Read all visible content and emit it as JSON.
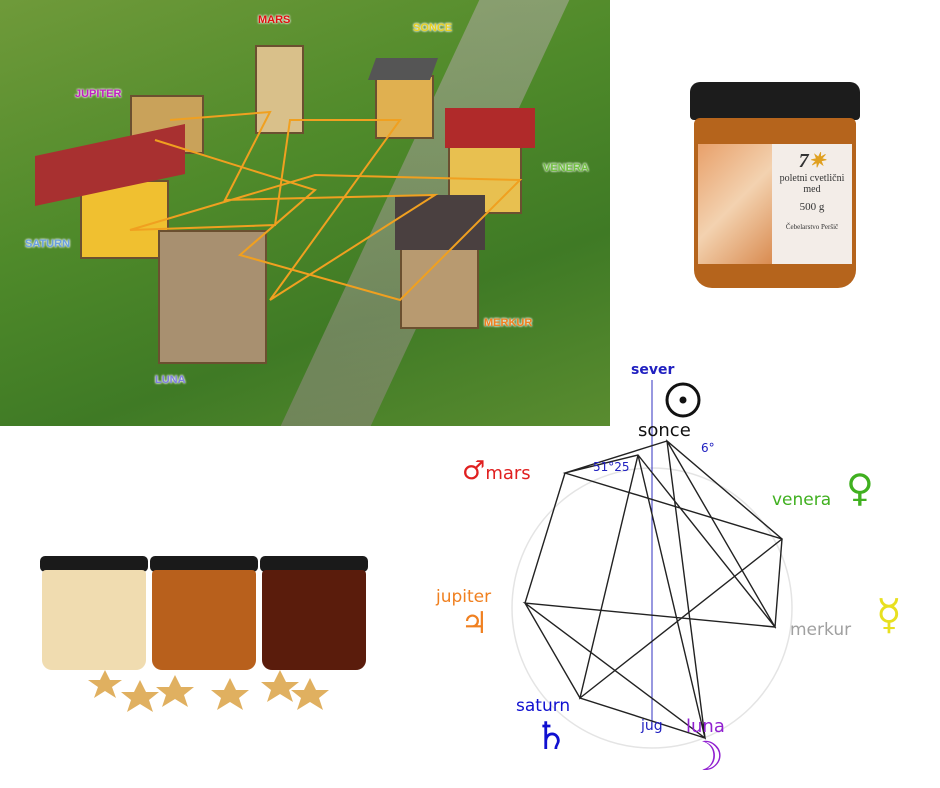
{
  "photo": {
    "labels": {
      "mars": "MARS",
      "sonce": "SONCE",
      "jupiter": "JUPITER",
      "venera": "VENERA",
      "saturn": "SATURN",
      "merkur": "MERKUR",
      "luna": "LUNA"
    }
  },
  "jar_label": {
    "number": "7",
    "line1": "poletni cvetlični",
    "line2": "med",
    "weight": "500 g",
    "producer": "Čebelarstvo Peršič"
  },
  "diagram": {
    "sever": "sever",
    "sonce": "sonce",
    "angle_small": "6°",
    "angle_large": "51°25",
    "mars": "mars",
    "venera": "venera",
    "jupiter": "jupiter",
    "merkur": "merkur",
    "saturn": "saturn",
    "jug": "jug",
    "luna": "luna",
    "colors": {
      "mars": "#e02020",
      "venera": "#40b020",
      "jupiter": "#f08020",
      "merkur": "#a0a0a0",
      "saturn": "#1010d0",
      "luna": "#9020d0",
      "axis": "#2020c0"
    }
  }
}
